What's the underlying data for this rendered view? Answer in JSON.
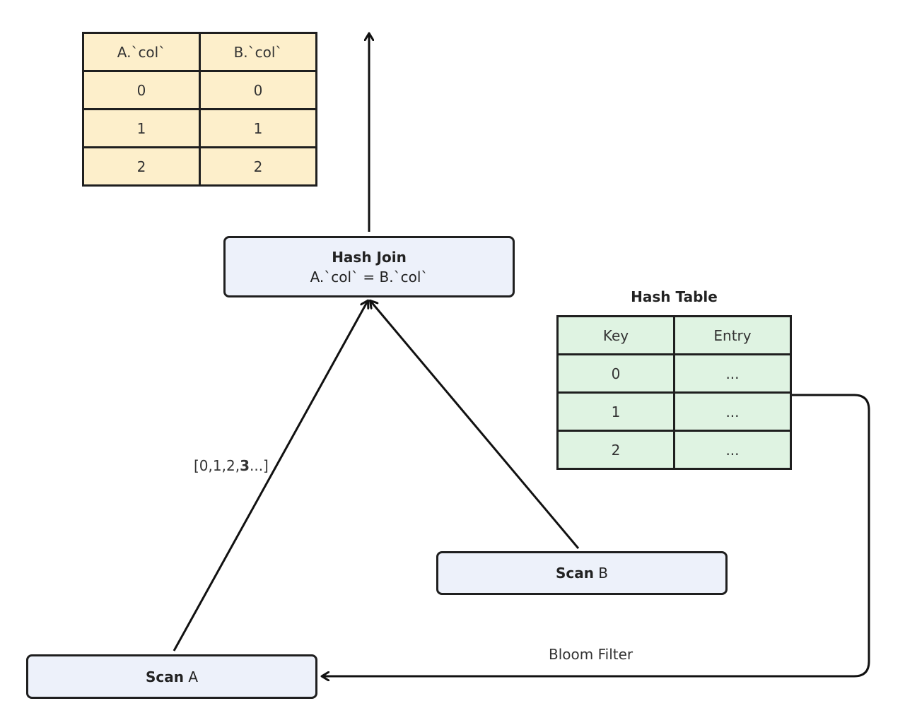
{
  "result_table": {
    "headers": [
      "A.`col`",
      "B.`col`"
    ],
    "rows": [
      [
        "0",
        "0"
      ],
      [
        "1",
        "1"
      ],
      [
        "2",
        "2"
      ]
    ],
    "fill_color": "#fdefcb"
  },
  "hash_join": {
    "title": "Hash Join",
    "condition": "A.`col` = B.`col`"
  },
  "hash_table": {
    "title": "Hash Table",
    "headers": [
      "Key",
      "Entry"
    ],
    "rows": [
      [
        "0",
        "..."
      ],
      [
        "1",
        "..."
      ],
      [
        "2",
        "..."
      ]
    ],
    "fill_color": "#dff3e2"
  },
  "scan_a": {
    "bold": "Scan",
    "rest": " A"
  },
  "scan_b": {
    "bold": "Scan",
    "rest": " B"
  },
  "probe_values": {
    "prefix": "[0,1,2,",
    "bold": "3",
    "suffix": "...]"
  },
  "bloom_filter_label": "Bloom Filter",
  "node_fill_color": "#edf1fa"
}
